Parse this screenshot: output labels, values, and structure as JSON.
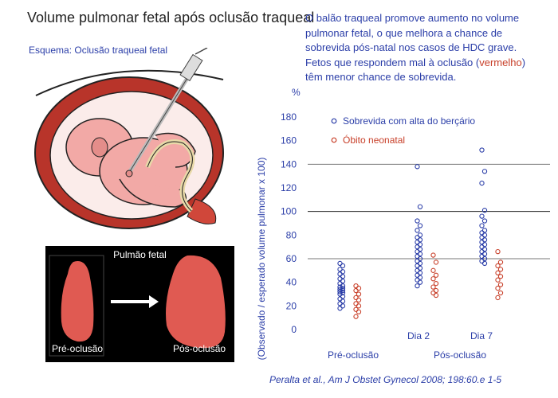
{
  "slide": {
    "title": "Volume pulmonar fetal após oclusão traqueal",
    "subtitle": "Esquema: Oclusão traqueal fetal",
    "description_part1": "O balão traqueal promove aumento no volume pulmonar fetal, o que melhora a chance de sobrevida pós-natal nos casos de HDC grave. Fetos que respondem mal à oclusão (",
    "description_red": "vermelho",
    "description_part2": ") têm menor chance de sobrevida.",
    "lung_panel_title": "Pulmão fetal",
    "lung_pre_label": "Pré-oclusão",
    "lung_post_label": "Pós-oclusão",
    "citation": "Peralta et al., Am J Obstet Gynecol 2008; 198:60.e 1-5",
    "colors": {
      "blue": "#2b3ea8",
      "red": "#c8402a"
    }
  },
  "chart_data": {
    "type": "scatter",
    "unit_label": "%",
    "ylabel": "(Observado / esperado volume pulmonar x 100)",
    "ylim": [
      0,
      180
    ],
    "yticks": [
      0,
      20,
      40,
      60,
      80,
      100,
      120,
      140,
      160,
      180
    ],
    "reference_lines": [
      60,
      100,
      140
    ],
    "x_tick_labels": [
      "Dia 2",
      "Dia 7"
    ],
    "group_labels": [
      "Pré-oclusão",
      "Pós-oclusão"
    ],
    "legend_position": "top-left",
    "series": [
      {
        "name": "Sobrevida com alta do berçário",
        "color": "#2b3ea8",
        "groups": [
          {
            "group": "Pré-oclusão",
            "values": [
              56,
              54,
              51,
              49,
              47,
              45,
              43,
              41,
              39,
              37,
              36,
              35,
              34,
              33,
              32,
              31,
              30,
              28,
              26,
              24,
              22,
              20,
              18
            ]
          },
          {
            "group": "Dia 2",
            "values": [
              138,
              104,
              92,
              88,
              84,
              80,
              78,
              76,
              74,
              72,
              70,
              68,
              66,
              64,
              62,
              60,
              58,
              56,
              54,
              52,
              50,
              48,
              46,
              44,
              42,
              40,
              37
            ]
          },
          {
            "group": "Dia 7",
            "values": [
              152,
              134,
              124,
              101,
              96,
              92,
              88,
              84,
              82,
              80,
              78,
              76,
              74,
              72,
              70,
              68,
              66,
              64,
              62,
              60,
              58,
              56
            ]
          }
        ]
      },
      {
        "name": "Óbito neonatal",
        "color": "#c8402a",
        "groups": [
          {
            "group": "Pré-oclusão",
            "values": [
              37,
              35,
              33,
              30,
              27,
              25,
              22,
              20,
              17,
              15,
              11
            ]
          },
          {
            "group": "Dia 2",
            "values": [
              63,
              57,
              50,
              46,
              43,
              39,
              36,
              33,
              31,
              29
            ]
          },
          {
            "group": "Dia 7",
            "values": [
              66,
              57,
              54,
              51,
              48,
              45,
              42,
              38,
              35,
              31,
              27
            ]
          }
        ]
      }
    ]
  }
}
